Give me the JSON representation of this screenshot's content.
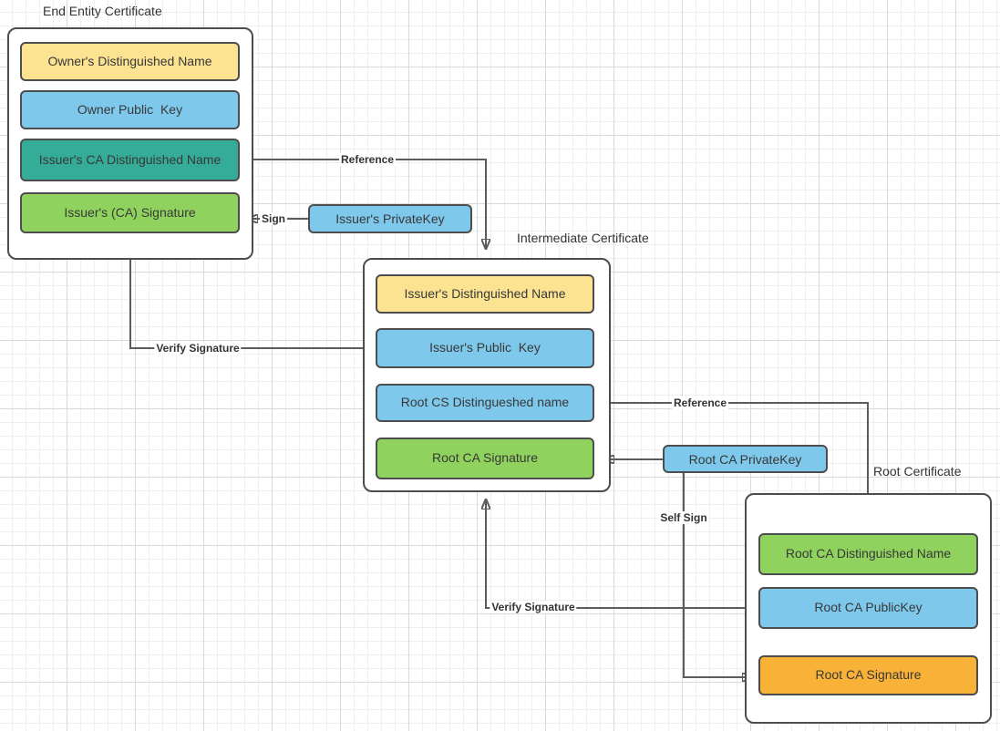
{
  "colors": {
    "yellow": "#FBE391",
    "blue": "#7EC8EB",
    "teal": "#35AC97",
    "green": "#90D25E",
    "orange": "#F8B237",
    "line": "#5C5C5C",
    "border": "#4D4D4D"
  },
  "certificates": {
    "end_entity": {
      "title": "End Entity Certificate",
      "fields": [
        {
          "label": "Owner's Distinguished Name",
          "fill": "yellow"
        },
        {
          "label": "Owner Public  Key",
          "fill": "blue"
        },
        {
          "label": "Issuer's CA Distinguished Name",
          "fill": "teal"
        },
        {
          "label": "Issuer's (CA) Signature",
          "fill": "green"
        }
      ]
    },
    "intermediate": {
      "title": "Intermediate Certificate",
      "fields": [
        {
          "label": "Issuer's Distinguished Name",
          "fill": "yellow"
        },
        {
          "label": "Issuer's Public  Key",
          "fill": "blue"
        },
        {
          "label": "Root CS Distingueshed name",
          "fill": "blue"
        },
        {
          "label": "Root CA Signature",
          "fill": "green"
        }
      ]
    },
    "root": {
      "title": "Root Certificate",
      "fields": [
        {
          "label": "Root CA Distinguished Name",
          "fill": "green"
        },
        {
          "label": "Root CA PublicKey",
          "fill": "blue"
        },
        {
          "label": "Root CA Signature",
          "fill": "orange"
        }
      ]
    }
  },
  "keys": {
    "issuer_private_key": {
      "label": "Issuer's PrivateKey",
      "fill": "blue"
    },
    "root_ca_private_key": {
      "label": "Root CA PrivateKey",
      "fill": "blue"
    }
  },
  "edges": {
    "reference_1": {
      "label": "Reference"
    },
    "sign": {
      "label": "Sign"
    },
    "verify_signature_1": {
      "label": "Verify Signature"
    },
    "reference_2": {
      "label": "Reference"
    },
    "self_sign": {
      "label": "Self Sign"
    },
    "verify_signature_2": {
      "label": "Verify Signature"
    }
  }
}
